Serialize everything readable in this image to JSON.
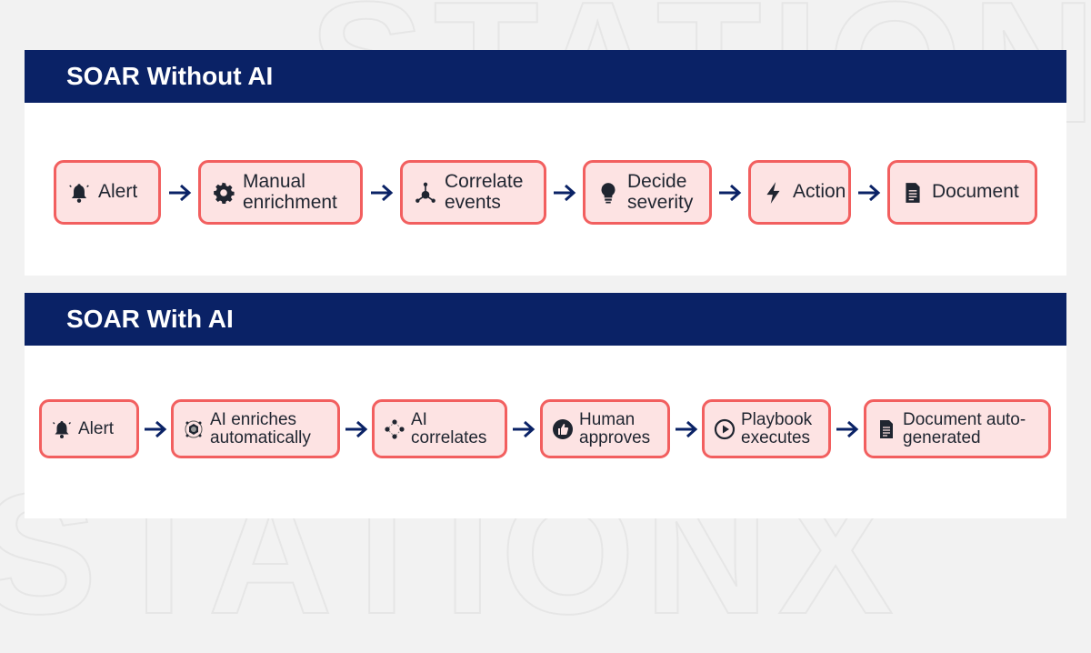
{
  "watermark": "STATIONX",
  "without_ai": {
    "title": "SOAR Without AI",
    "steps": [
      {
        "label": "Alert",
        "icon": "bell-icon"
      },
      {
        "label": "Manual enrichment",
        "icon": "gear-icon"
      },
      {
        "label": "Correlate events",
        "icon": "network-icon"
      },
      {
        "label": "Decide severity",
        "icon": "lightbulb-icon"
      },
      {
        "label": "Action",
        "icon": "lightning-icon"
      },
      {
        "label": "Document",
        "icon": "document-icon"
      }
    ]
  },
  "with_ai": {
    "title": "SOAR With AI",
    "steps": [
      {
        "label": "Alert",
        "icon": "bell-icon"
      },
      {
        "label": "AI enriches automatically",
        "icon": "ai-chip-icon"
      },
      {
        "label": "AI correlates",
        "icon": "nodes-icon"
      },
      {
        "label": "Human approves",
        "icon": "thumbs-up-icon"
      },
      {
        "label": "Playbook executes",
        "icon": "play-icon"
      },
      {
        "label": "Document auto-generated",
        "icon": "document-icon"
      }
    ]
  },
  "colors": {
    "header": "#0a2266",
    "box_fill": "#fde3e3",
    "box_border": "#f25f5f",
    "arrow": "#0a2266"
  }
}
